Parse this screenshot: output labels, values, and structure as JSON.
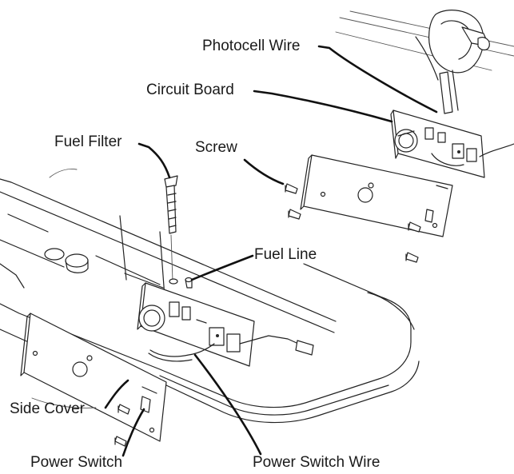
{
  "diagram": {
    "labels": {
      "photocell_wire": "Photocell Wire",
      "circuit_board": "Circuit Board",
      "fuel_filter": "Fuel Filter",
      "screw": "Screw",
      "fuel_line": "Fuel Line",
      "side_cover": "Side Cover",
      "power_switch": "Power Switch",
      "power_switch_wire": "Power Switch Wire"
    }
  }
}
